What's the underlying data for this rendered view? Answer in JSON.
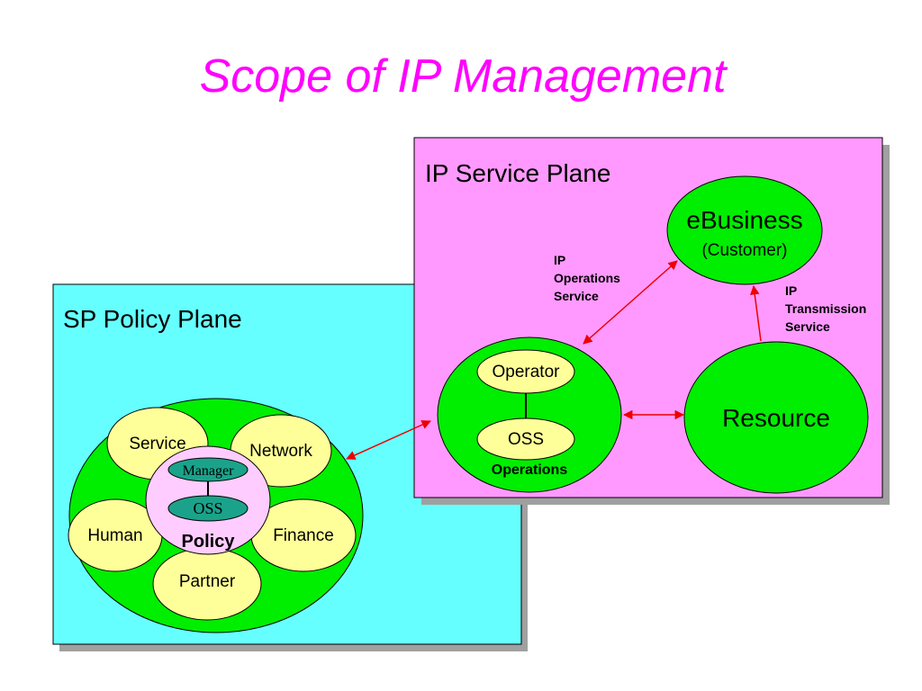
{
  "slide": {
    "title": "Scope of IP Management"
  },
  "colors": {
    "title": "#ff00ff",
    "policy_plane_fill": "#66ffff",
    "service_plane_fill": "#ff99ff",
    "green": "#00ee00",
    "pale_yellow": "#ffff99",
    "policy_hub_fill": "#ffccff",
    "teal": "#1aa38a",
    "arrow_red": "#ee0000",
    "shadow": "#a0a0a0"
  },
  "policy_plane": {
    "label": "SP Policy Plane",
    "satellites": {
      "service": "Service",
      "network": "Network",
      "human": "Human",
      "finance": "Finance",
      "partner": "Partner"
    },
    "hub": {
      "manager": "Manager",
      "oss": "OSS",
      "label": "Policy"
    }
  },
  "service_plane": {
    "label": "IP Service Plane",
    "ebusiness": {
      "title": "eBusiness",
      "subtitle": "(Customer)"
    },
    "operations": {
      "operator": "Operator",
      "oss": "OSS",
      "label": "Operations"
    },
    "resource": {
      "label": "Resource"
    },
    "links": {
      "ops_service": [
        "IP",
        "Operations",
        "Service"
      ],
      "transmission_service": [
        "IP",
        "Transmission",
        "Service"
      ]
    }
  }
}
